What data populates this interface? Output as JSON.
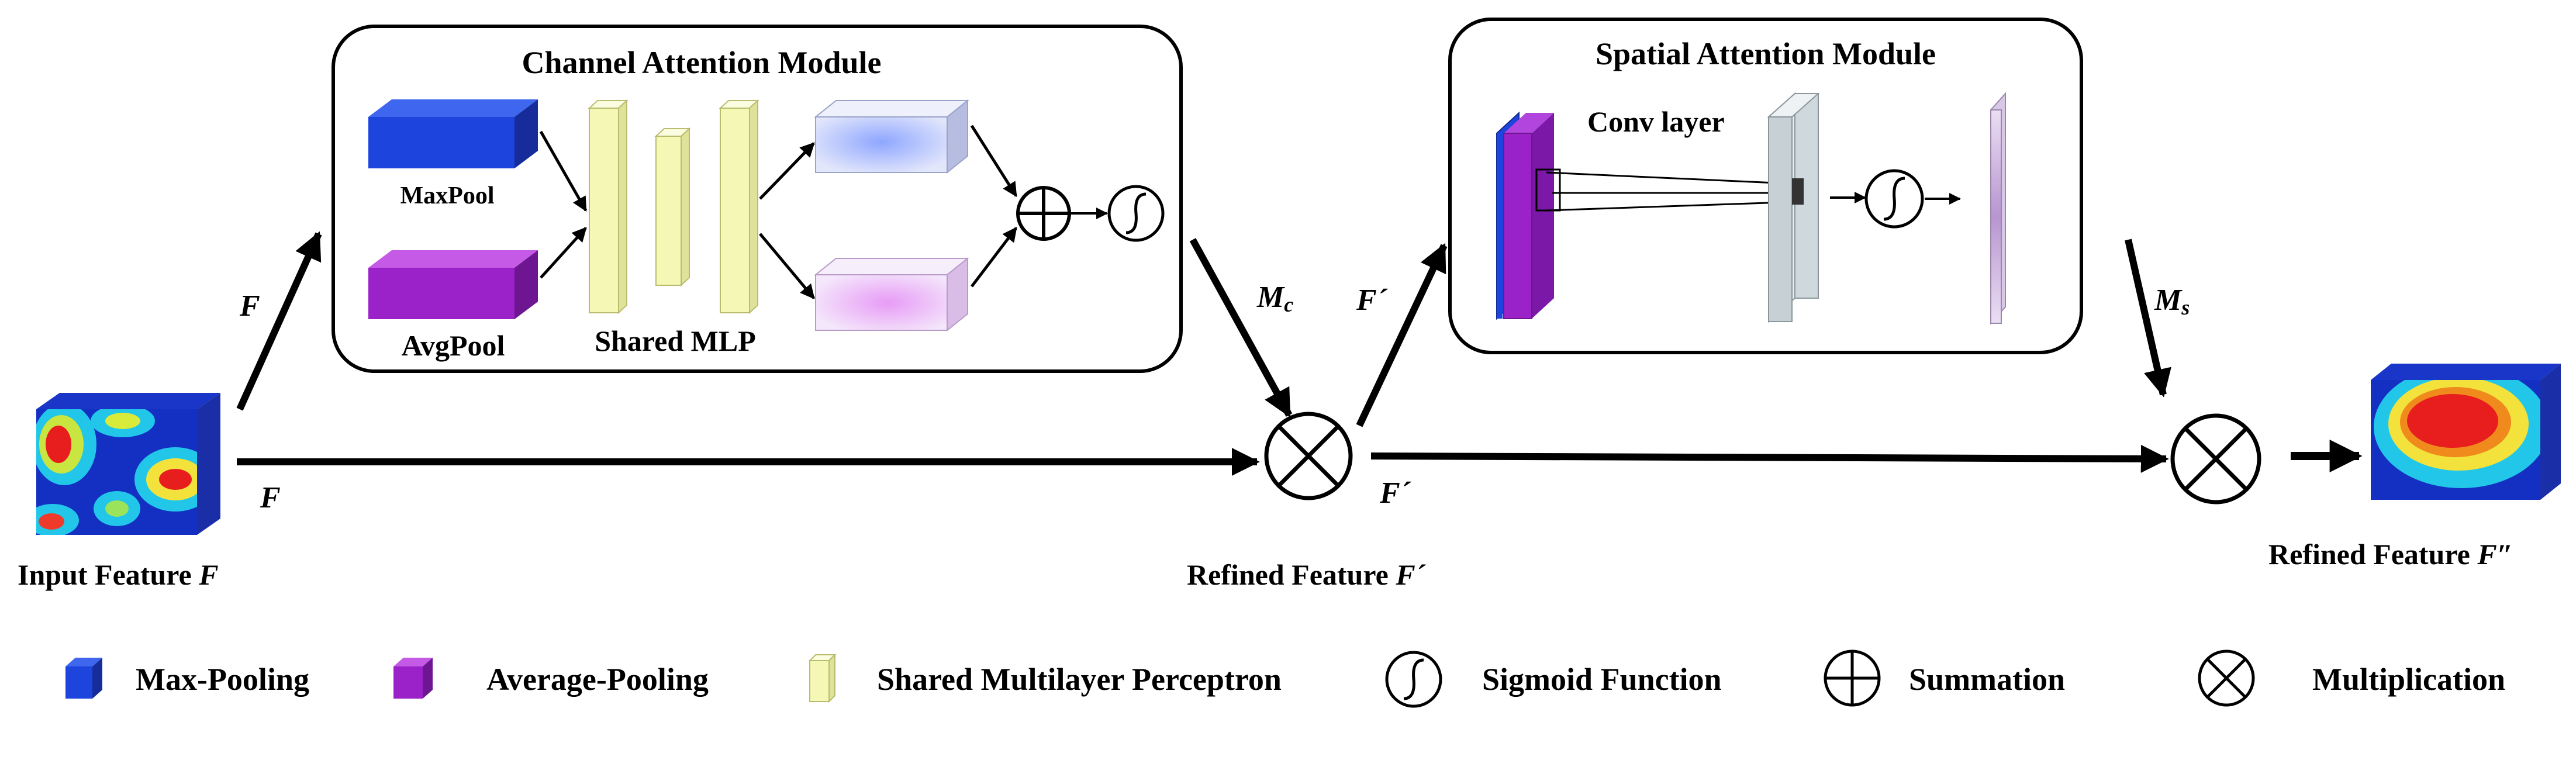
{
  "channel_module": {
    "title": "Channel Attention Module",
    "maxpool_label": "MaxPool",
    "avgpool_label": "AvgPool",
    "mlp_label": "Shared MLP"
  },
  "spatial_module": {
    "title": "Spatial Attention Module",
    "conv_label": "Conv layer"
  },
  "labels": {
    "input_feature": "Input Feature ",
    "input_symbol": "F",
    "refined_feature_1": "Refined Feature ",
    "refined_symbol_1": "F´",
    "refined_feature_2": "Refined Feature ",
    "refined_symbol_2": "F″",
    "arrow_f_up": "F",
    "arrow_f_main": "F",
    "arrow_mc_main": "M",
    "arrow_mc_sub": "c",
    "arrow_fp_up": "F´",
    "arrow_fp_main": "F´",
    "arrow_ms_main": "M",
    "arrow_ms_sub": "s"
  },
  "legend": [
    {
      "icon": "max-pooling-cube-icon",
      "label": "Max-Pooling"
    },
    {
      "icon": "average-pooling-cube-icon",
      "label": "Average-Pooling"
    },
    {
      "icon": "mlp-bar-icon",
      "label": "Shared Multilayer Perceptron"
    },
    {
      "icon": "sigmoid-icon",
      "label": "Sigmoid Function"
    },
    {
      "icon": "summation-icon",
      "label": "Summation"
    },
    {
      "icon": "multiplication-icon",
      "label": "Multiplication"
    }
  ],
  "colors": {
    "maxpool": "#1b3fd6",
    "avgpool": "#9b22c9",
    "mlp": "#f5f8b5",
    "line": "#000000"
  }
}
